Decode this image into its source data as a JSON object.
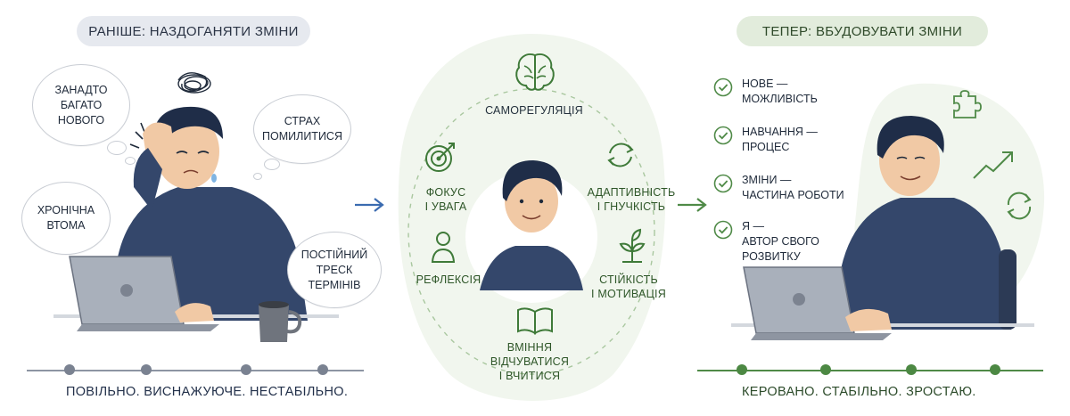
{
  "before": {
    "header": "РАНІШЕ: НАЗДОГАНЯТИ ЗМІНИ",
    "bubbles": [
      {
        "line1": "ЗАНАДТО",
        "line2": "БАГАТО",
        "line3": "НОВОГО"
      },
      {
        "line1": "СТРАХ",
        "line2": "ПОМИЛИТИСЯ",
        "line3": ""
      },
      {
        "line1": "ХРОНІЧНА",
        "line2": "ВТОМА",
        "line3": ""
      },
      {
        "line1": "ПОСТІЙНИЙ",
        "line2": "ТРЕСК",
        "line3": "ТЕРМІНІВ"
      }
    ],
    "footer": "ПОВІЛЬНО. ВИСНАЖУЮЧЕ. НЕСТАБІЛЬНО."
  },
  "center": {
    "skills": {
      "top": "САМОРЕГУЛЯЦІЯ",
      "focus_1": "ФОКУС",
      "focus_2": "І УВАГА",
      "adapt_1": "АДАПТИВНІСТЬ",
      "adapt_2": "І ГНУЧКІСТЬ",
      "refl": "РЕФЛЕКСІЯ",
      "resil_1": "СТІЙКІСТЬ",
      "resil_2": "І МОТИВАЦІЯ",
      "learn_1": "ВМІННЯ",
      "learn_2": "ВІДЧУВАТИСЯ",
      "learn_3": "І ВЧИТИСЯ"
    },
    "icons": [
      "brain-icon",
      "target-icon",
      "cycle-arrows-icon",
      "person-icon",
      "sprout-icon",
      "book-icon"
    ]
  },
  "after": {
    "header": "ТЕПЕР: ВБУДОВУВАТИ ЗМІНИ",
    "checks": [
      {
        "line1": "НОВЕ —",
        "line2": "МОЖЛИВІСТЬ",
        "line3": ""
      },
      {
        "line1": "НАВЧАННЯ —",
        "line2": "ПРОЦЕС",
        "line3": ""
      },
      {
        "line1": "ЗМІНИ —",
        "line2": "ЧАСТИНА РОБОТИ",
        "line3": ""
      },
      {
        "line1": "Я —",
        "line2": "АВТОР СВОГО",
        "line3": "РОЗВИТКУ"
      }
    ],
    "footer": "КЕРОВАНО. СТАБІЛЬНО. ЗРОСТАЮ.",
    "icons": [
      "puzzle-icon",
      "trend-up-icon",
      "refresh-icon"
    ]
  },
  "colors": {
    "green": "#4f8a47",
    "gray": "#8d95a3",
    "navy_sweater": "#34476b",
    "arrow_blue": "#3b6bb0"
  }
}
